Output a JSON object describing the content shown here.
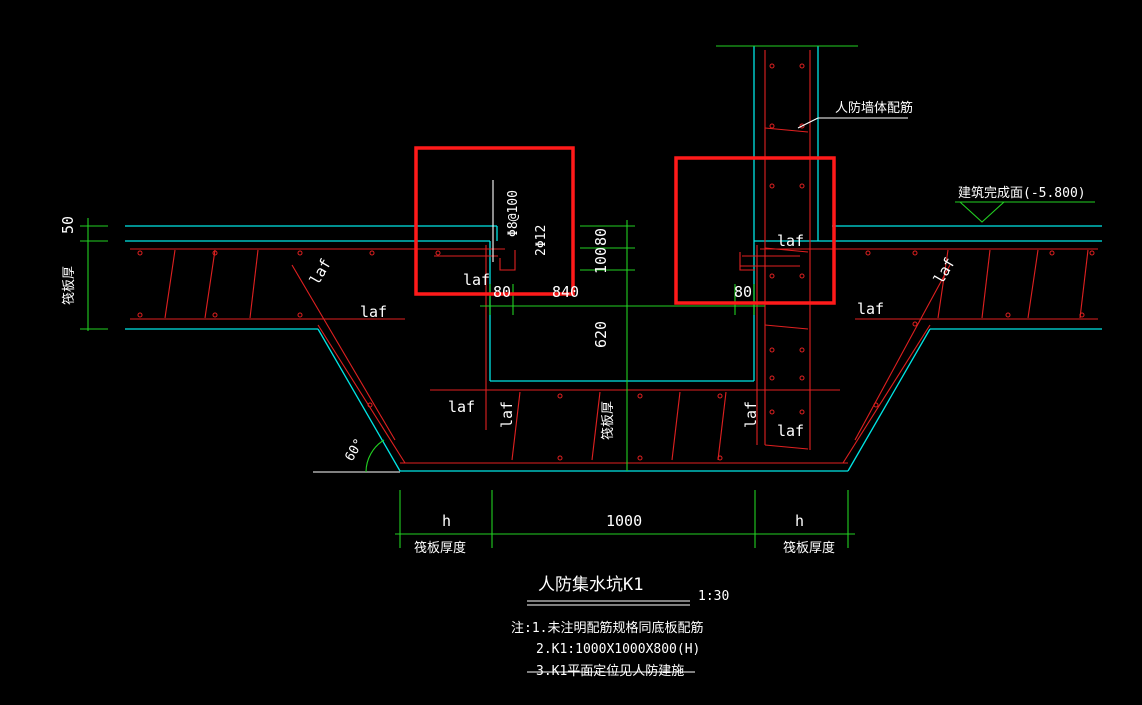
{
  "drawing": {
    "title": "人防集水坑K1",
    "scale": "1:30",
    "notes": [
      "注:1.未注明配筋规格同底板配筋",
      "2.K1:1000X1000X800(H)",
      "3.K1平面定位见人防建施"
    ],
    "elevation_label": "建筑完成面(-5.800)",
    "wall_label": "人防墙体配筋",
    "anchor_label": "laf",
    "slab_thickness_label": "筏板厚",
    "raft_thickness_label": "筏板厚度",
    "angle_label": "60°",
    "rebar_stirrup": "Φ8@100",
    "rebar_bars": "2Φ12",
    "dims": {
      "top_50": "50",
      "d80": "80",
      "d100": "100",
      "d80_left": "80",
      "d840": "840",
      "d80_right": "80",
      "d620": "620",
      "h_left": "h",
      "d1000": "1000",
      "h_right": "h"
    }
  },
  "colors": {
    "concrete": "#00e5e5",
    "rebar": "#e02020",
    "dimension": "#22d022",
    "highlight": "#ff1a1a"
  }
}
